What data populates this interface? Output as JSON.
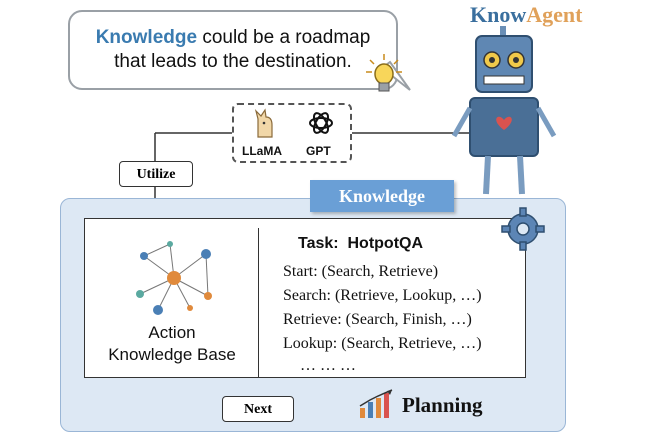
{
  "brand": {
    "part1": "Know",
    "part2": "Agent"
  },
  "speech": {
    "highlight": "Knowledge",
    "text_rest": " could be a roadmap",
    "line2": "that leads to  the destination."
  },
  "models": [
    {
      "name": "LLaMA"
    },
    {
      "name": "GPT"
    }
  ],
  "utilize_label": "Utilize",
  "knowledge_tab": "Knowledge",
  "kb_title_line1": "Action",
  "kb_title_line2": "Knowledge Base",
  "task": {
    "label": "Task:",
    "name": "HotpotQA"
  },
  "rules": [
    "Start: (Search, Retrieve)",
    "Search: (Retrieve, Lookup, …)",
    "Retrieve: (Search, Finish, …)",
    "Lookup: (Search, Retrieve, …)",
    "… … …"
  ],
  "next_label": "Next",
  "planning_label": "Planning",
  "colors": {
    "keyword": "#3a7bb0",
    "brand_know": "#3a6f9e",
    "brand_agent": "#e0a15a",
    "panel": "#dde8f4",
    "tab": "#6a9fd6"
  }
}
